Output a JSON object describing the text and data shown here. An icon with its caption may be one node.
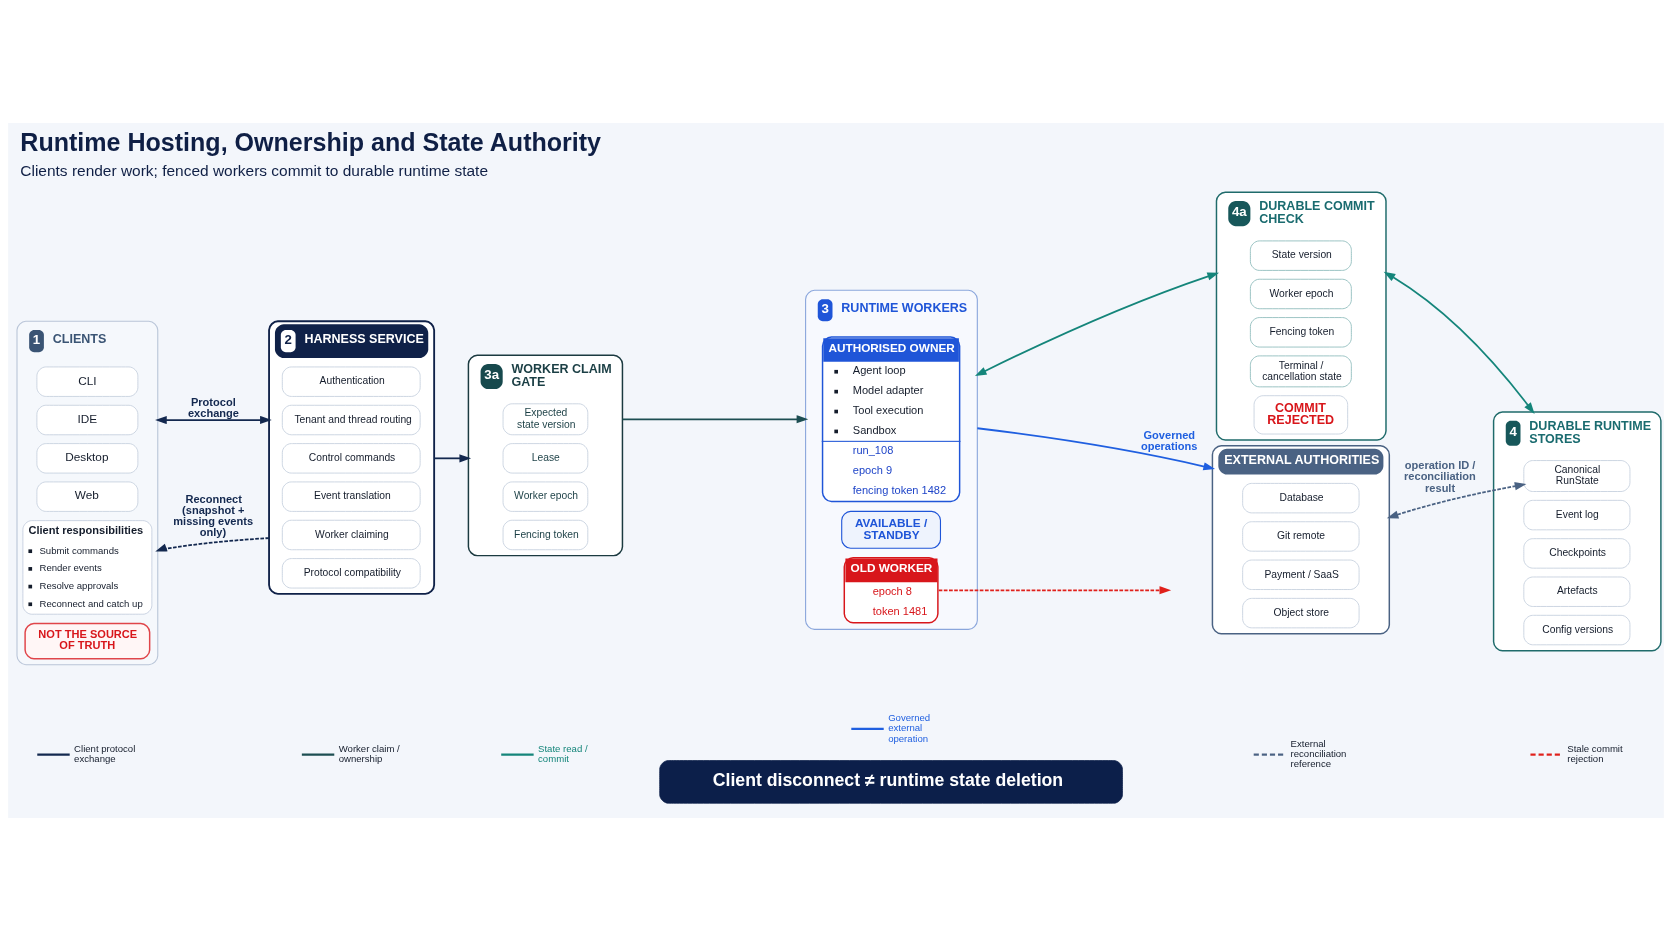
{
  "diagram": {
    "title": "Runtime Hosting, Ownership and State Authority",
    "caption": "Clients render work; fenced workers commit to durable runtime state",
    "nodes": [
      {
        "text": [
          "1",
          "CLIENTS"
        ]
      },
      {
        "text": [
          "CLI"
        ],
        "in": 0
      },
      {
        "text": [
          "IDE"
        ],
        "in": 0
      },
      {
        "text": [
          "Desktop"
        ],
        "in": 0
      },
      {
        "text": [
          "Web"
        ],
        "in": 0
      },
      {
        "text": [
          "Client responsibilities",
          "Submit commands",
          "Render events",
          "Resolve approvals",
          "Reconnect and catch up"
        ],
        "in": 0
      },
      {
        "text": [
          "NOT THE SOURCE OF TRUTH"
        ],
        "in": 0
      },
      {
        "text": [
          "2",
          "HARNESS SERVICE"
        ]
      },
      {
        "text": [
          "Authentication"
        ],
        "in": 7
      },
      {
        "text": [
          "Tenant and thread routing"
        ],
        "in": 7
      },
      {
        "text": [
          "Control commands"
        ],
        "in": 7
      },
      {
        "text": [
          "Event translation"
        ],
        "in": 7
      },
      {
        "text": [
          "Worker claiming"
        ],
        "in": 7
      },
      {
        "text": [
          "Protocol compatibility"
        ],
        "in": 7
      },
      {
        "text": [
          "3a",
          "WORKER CLAIM GATE"
        ]
      },
      {
        "text": [
          "Expected state version"
        ],
        "in": 14
      },
      {
        "text": [
          "Lease"
        ],
        "in": 14
      },
      {
        "text": [
          "Worker epoch"
        ],
        "in": 14
      },
      {
        "text": [
          "Fencing token"
        ],
        "in": 14
      },
      {
        "text": [
          "3",
          "RUNTIME WORKERS"
        ]
      },
      {
        "text": [
          "AUTHORISED OWNER",
          "Agent loop",
          "Model adapter",
          "Tool execution",
          "Sandbox",
          "run_108",
          "epoch 9",
          "fencing token 1482"
        ],
        "in": 19
      },
      {
        "text": [
          "AVAILABLE / STANDBY"
        ],
        "in": 19
      },
      {
        "text": [
          "OLD WORKER",
          "epoch 8",
          "token 1481"
        ],
        "in": 19
      },
      {
        "text": [
          "4a",
          "DURABLE COMMIT CHECK"
        ]
      },
      {
        "text": [
          "State version"
        ],
        "in": 23
      },
      {
        "text": [
          "Worker epoch"
        ],
        "in": 23
      },
      {
        "text": [
          "Fencing token"
        ],
        "in": 23
      },
      {
        "text": [
          "Terminal / cancellation state"
        ],
        "in": 23
      },
      {
        "text": [
          "COMMIT REJECTED"
        ],
        "in": 23
      },
      {
        "text": [
          "4",
          "DURABLE RUNTIME STORES"
        ]
      },
      {
        "text": [
          "Canonical RunState"
        ],
        "in": 29
      },
      {
        "text": [
          "Event log"
        ],
        "in": 29
      },
      {
        "text": [
          "Checkpoints"
        ],
        "in": 29
      },
      {
        "text": [
          "Artefacts"
        ],
        "in": 29
      },
      {
        "text": [
          "Config versions"
        ],
        "in": 29
      },
      {
        "text": [
          "EXTERNAL AUTHORITIES"
        ]
      },
      {
        "text": [
          "Database"
        ],
        "in": 35
      },
      {
        "text": [
          "Git remote"
        ],
        "in": 35
      },
      {
        "text": [
          "Payment / SaaS"
        ],
        "in": 35
      },
      {
        "text": [
          "Object store"
        ],
        "in": 35
      },
      {
        "text": [
          "Client disconnect ≠ runtime state deletion"
        ]
      }
    ],
    "edges": [
      {
        "from": 0,
        "to": 7,
        "arrow": "both",
        "label": "Protocol exchange"
      },
      {
        "from": 7,
        "to": 0,
        "arrow": "to",
        "label": "Reconnect (snapshot + missing events only)",
        "style": "dashed"
      },
      {
        "from": 7,
        "to": 14,
        "arrow": "to"
      },
      {
        "from": 14,
        "to": 19,
        "arrow": "to",
        "color": "#1d4e52"
      },
      {
        "from": 19,
        "to": 23,
        "arrow": "both",
        "color": "#14857a"
      },
      {
        "from": 23,
        "to": 29,
        "arrow": "both",
        "color": "#14857a"
      },
      {
        "from": 19,
        "to": 35,
        "arrow": "to",
        "label": "Governed operations",
        "color": "#1f5fe0"
      },
      {
        "from": 22,
        "to": null,
        "arrow": "to",
        "style": "dashed",
        "color": "#e0201b"
      },
      {
        "from": 35,
        "to": 30,
        "arrow": "both",
        "label": "operation ID / reconciliation result",
        "style": "dashed",
        "color": "#4a6283"
      }
    ],
    "legend": [
      {
        "text": "Client protocol exchange"
      },
      {
        "text": "Worker claim / ownership"
      },
      {
        "text": "State read / commit"
      },
      {
        "text": "Governed external operation"
      },
      {
        "text": "External reconciliation reference"
      },
      {
        "text": "Stale commit rejection"
      }
    ]
  }
}
